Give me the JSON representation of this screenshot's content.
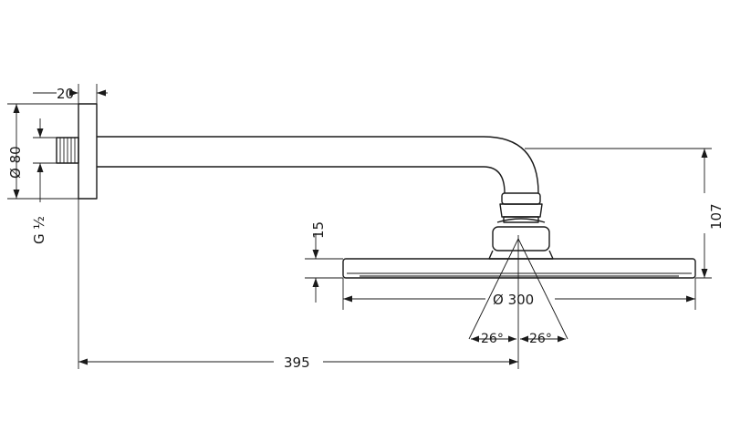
{
  "dimensions": {
    "wall_offset": "20",
    "flange_diameter": "Ø 80",
    "thread": "G ½",
    "head_drop": "107",
    "head_thickness": "15",
    "head_diameter": "Ø 300",
    "angle_left": "26°",
    "angle_right": "26°",
    "arm_length": "395"
  }
}
